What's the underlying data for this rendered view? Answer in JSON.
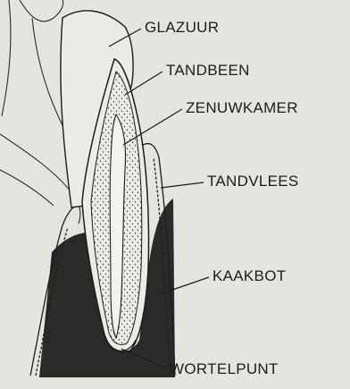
{
  "diagram": {
    "labels": {
      "enamel": "GLAZUUR",
      "dentin": "TANDBEEN",
      "pulp": "ZENUWKAMER",
      "gum": "TANDVLEES",
      "jawbone": "KAAKBOT",
      "root_tip": "WORTELPUNT"
    },
    "colors": {
      "paper": "#e6e4de",
      "ink": "#1d1d1d",
      "bone": "#2a2a2a"
    }
  }
}
